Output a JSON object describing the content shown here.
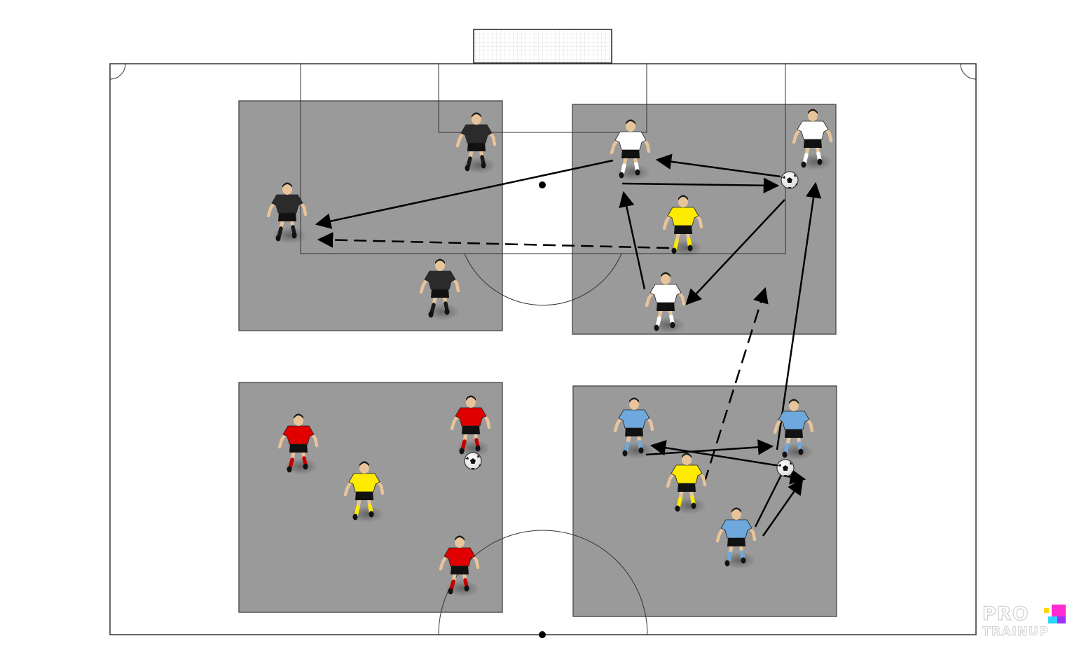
{
  "diagram": {
    "pitch_line_color": "#333333",
    "zone_fill": "#9a9a9a",
    "zone_stroke": "#555555",
    "goal_net_color": "#eeeeee"
  },
  "teams": {
    "black": {
      "shirt": "#2b2b2b",
      "shorts": "#111111",
      "socks": "#1a1a1a"
    },
    "white": {
      "shirt": "#ffffff",
      "shorts": "#111111",
      "socks": "#ffffff"
    },
    "yellow": {
      "shirt": "#ffeb00",
      "shorts": "#111111",
      "socks": "#ffeb00"
    },
    "red": {
      "shirt": "#e00000",
      "shorts": "#111111",
      "socks": "#c40000"
    },
    "blue": {
      "shirt": "#6fa8dc",
      "shorts": "#111111",
      "socks": "#6fa8dc"
    }
  },
  "legend": {
    "pass": "solid-arrow",
    "run": "dashed-arrow"
  },
  "logo": {
    "top": "PRO",
    "bottom": "TRAINUP",
    "colors": [
      "#ff2bd0",
      "#ffd400",
      "#2bd4ff",
      "#9b30ff"
    ]
  }
}
